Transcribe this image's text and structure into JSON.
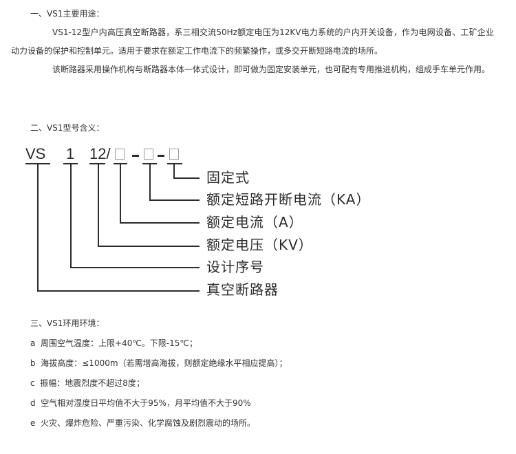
{
  "section1": {
    "heading": "一、VS1主要用途：",
    "paragraph1": "VS1-12型户内高压真空断路器，系三相交流50Hz额定电压为12KV电力系统的户内开关设备，作为电网设备、工矿企业动力设备的保护和控制单元。适用于要求在额定工作电流下的频繁操作，或多交开断短路电流的场所。",
    "paragraph2": "该断路器采用操作机构与断路器本体一体式设计，即可做为固定安装单元，也可配有专用推进机构，组成手车单元作用。"
  },
  "section2": {
    "heading": "二、VS1型号含义：",
    "diagram": {
      "code_parts": [
        "VS",
        "1",
        "12/",
        "-",
        "-"
      ],
      "boxes": 3,
      "labels": [
        "固定式",
        "额定短路开断电流（KA）",
        "额定电流（A）",
        "额定电压（KV）",
        "设计序号",
        "真空断路器"
      ]
    }
  },
  "section3": {
    "heading": "三、VS1环用环境：",
    "items": [
      {
        "marker": "a",
        "text": "周围空气温度：上限+40℃。下限-15℃；"
      },
      {
        "marker": "b",
        "text": "海拔高度：≤1000m（若需增高海拔，则额定绝缘水平相应提高）；"
      },
      {
        "marker": "c",
        "text": "振幅：地震烈度不超过8度；"
      },
      {
        "marker": "d",
        "text": "空气相对湿度日平均值不大于95%，月平均值不大于90%"
      },
      {
        "marker": "e",
        "text": "火灾、爆炸危险、严重污染、化学腐蚀及剧烈震动的场所。"
      }
    ]
  },
  "colors": {
    "text": "#333333",
    "diagram_line": "#2b2b2b",
    "box_border": "#9a9a9a"
  }
}
